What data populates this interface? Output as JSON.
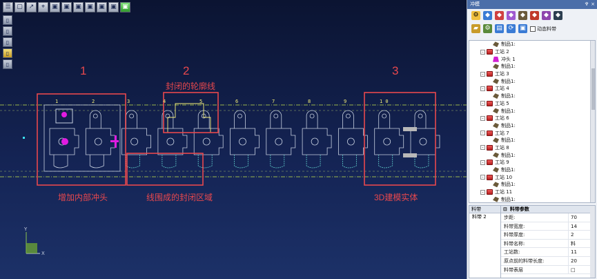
{
  "viewport": {
    "toolbar_icons": [
      "menu-icon",
      "select-icon",
      "pan-icon",
      "axis-icon",
      "view-cube-icon",
      "view-front-icon",
      "view-top-icon",
      "view-right-icon",
      "view-iso-icon",
      "view-shaded-icon",
      "view-solid-icon"
    ],
    "side_icons": [
      "layer-icon",
      "layer-icon",
      "layer-icon",
      "layer-active-icon",
      "layer-icon"
    ],
    "station_numbers": [
      "1",
      "2",
      "3",
      "4",
      "5",
      "6",
      "7",
      "8",
      "9",
      "1 0"
    ],
    "annotations": {
      "region1_number": "1",
      "region2_number": "2",
      "region3_number": "3",
      "region2_caption": "封闭的轮廓线",
      "region1_caption": "增加内部冲头",
      "area_caption": "线围成的封闭区域",
      "region3_caption": "3D建模实体"
    },
    "axis": {
      "x": "X",
      "y": "Y"
    },
    "colors": {
      "annotation": "#e8484d",
      "centerline": "#c9e84a",
      "profile": "#c7d0e0",
      "highlight": "#f6f07a"
    }
  },
  "panel": {
    "title": "冲模",
    "title_buttons": [
      "♆",
      "×"
    ],
    "dynamic_strip_label": "动态料带",
    "tree": [
      {
        "level": 2,
        "type": "part",
        "label": "制品1:"
      },
      {
        "level": 1,
        "type": "station",
        "label": "工站 2",
        "expand": "-"
      },
      {
        "level": 2,
        "type": "punch",
        "label": "冲头 1"
      },
      {
        "level": 2,
        "type": "part",
        "label": "制品1:"
      },
      {
        "level": 1,
        "type": "station",
        "label": "工站 3",
        "expand": "-"
      },
      {
        "level": 2,
        "type": "part",
        "label": "制品1:"
      },
      {
        "level": 1,
        "type": "station",
        "label": "工站 4",
        "expand": "-"
      },
      {
        "level": 2,
        "type": "part",
        "label": "制品1:"
      },
      {
        "level": 1,
        "type": "station",
        "label": "工站 5",
        "expand": "-"
      },
      {
        "level": 2,
        "type": "part",
        "label": "制品1:"
      },
      {
        "level": 1,
        "type": "station",
        "label": "工站 6",
        "expand": "-"
      },
      {
        "level": 2,
        "type": "part",
        "label": "制品1:"
      },
      {
        "level": 1,
        "type": "station",
        "label": "工站 7",
        "expand": "-"
      },
      {
        "level": 2,
        "type": "part",
        "label": "制品1:"
      },
      {
        "level": 1,
        "type": "station",
        "label": "工站 8",
        "expand": "-"
      },
      {
        "level": 2,
        "type": "part",
        "label": "制品1:"
      },
      {
        "level": 1,
        "type": "station",
        "label": "工站 9",
        "expand": "-"
      },
      {
        "level": 2,
        "type": "part",
        "label": "制品1:"
      },
      {
        "level": 1,
        "type": "station",
        "label": "工站 10",
        "expand": "-"
      },
      {
        "level": 2,
        "type": "part",
        "label": "制品1:"
      },
      {
        "level": 1,
        "type": "station",
        "label": "工站 11",
        "expand": "-"
      },
      {
        "level": 2,
        "type": "part",
        "label": "制品1:"
      }
    ],
    "strip_list_header": "料带",
    "strip_items": [
      "料带 2"
    ],
    "props_header": "料带参数",
    "props": [
      {
        "k": "步距:",
        "v": "70"
      },
      {
        "k": "料带宽度:",
        "v": "14"
      },
      {
        "k": "料带厚度:",
        "v": "2"
      },
      {
        "k": "料带名称:",
        "v": "料"
      },
      {
        "k": "工站数:",
        "v": "11"
      },
      {
        "k": "原点前的料带长度:",
        "v": "20"
      },
      {
        "k": "料带表层",
        "v": "□"
      }
    ]
  }
}
